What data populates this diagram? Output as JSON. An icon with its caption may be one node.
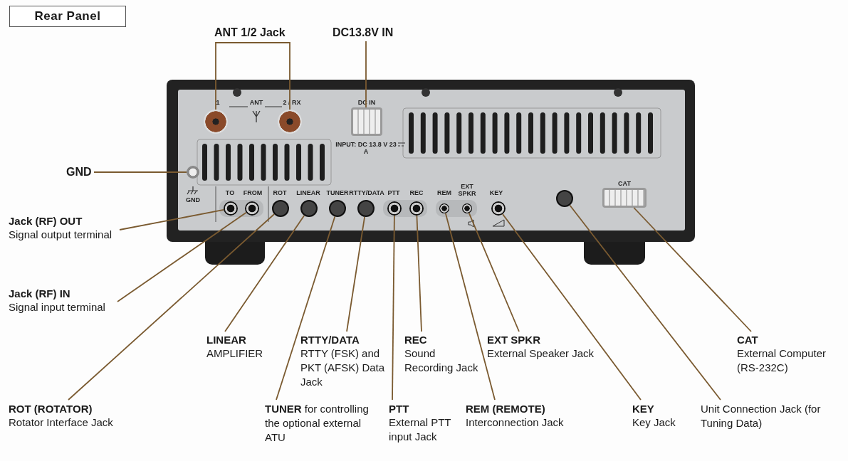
{
  "diagram": {
    "title": "Rear Panel",
    "nodes": [
      {
        "text": [
          "ANT 1/2 Jack"
        ]
      },
      {
        "text": [
          "DC13.8V IN"
        ]
      },
      {
        "text": [
          "GND"
        ]
      },
      {
        "text": [
          "Jack (RF) OUT",
          "Signal output terminal"
        ]
      },
      {
        "text": [
          "Jack (RF) IN",
          "Signal input terminal"
        ]
      },
      {
        "text": [
          "LINEAR",
          "AMPLIFIER"
        ]
      },
      {
        "text": [
          "RTTY/DATA",
          "RTTY (FSK) and PKT (AFSK) Data Jack"
        ]
      },
      {
        "text": [
          "REC",
          "Sound Recording Jack"
        ]
      },
      {
        "text": [
          "EXT SPKR",
          "External Speaker Jack"
        ]
      },
      {
        "text": [
          "CAT",
          "External Computer (RS-232C)"
        ]
      },
      {
        "text": [
          "ROT (ROTATOR)",
          "Rotator Interface Jack"
        ]
      },
      {
        "text": [
          "**TUNER** for controlling the optional external ATU"
        ]
      },
      {
        "text": [
          "PTT",
          "External PTT input Jack"
        ]
      },
      {
        "text": [
          "REM (REMOTE)",
          "Interconnection Jack"
        ]
      },
      {
        "text": [
          "KEY",
          "Key Jack"
        ]
      },
      {
        "text": [
          "Unit Connection Jack (for Tuning Data)"
        ]
      },
      {
        "text": [],
        "shape": "circle"
      },
      {
        "text": [],
        "shape": "circle"
      },
      {
        "text": [],
        "shape": "box"
      },
      {
        "text": [],
        "shape": "circle"
      },
      {
        "text": [],
        "shape": "circle"
      },
      {
        "text": [],
        "shape": "circle"
      },
      {
        "text": [],
        "shape": "circle"
      },
      {
        "text": [],
        "shape": "circle"
      },
      {
        "text": [],
        "shape": "circle"
      },
      {
        "text": [],
        "shape": "circle"
      },
      {
        "text": [],
        "shape": "circle"
      },
      {
        "text": [],
        "shape": "circle"
      },
      {
        "text": [],
        "shape": "circle"
      },
      {
        "text": [],
        "shape": "circle"
      },
      {
        "text": [],
        "shape": "circle"
      },
      {
        "text": [],
        "shape": "circle"
      },
      {
        "text": [],
        "shape": "box"
      }
    ],
    "edges": [
      {
        "from": 0,
        "to": 16,
        "arrow": "none"
      },
      {
        "from": 0,
        "to": 17,
        "arrow": "none"
      },
      {
        "from": 1,
        "to": 18,
        "arrow": "none"
      },
      {
        "from": 2,
        "to": 19,
        "arrow": "none"
      },
      {
        "from": 3,
        "to": 20,
        "arrow": "none"
      },
      {
        "from": 4,
        "to": 21,
        "arrow": "none"
      },
      {
        "from": 10,
        "to": 22,
        "arrow": "none"
      },
      {
        "from": 5,
        "to": 23,
        "arrow": "none"
      },
      {
        "from": 11,
        "to": 24,
        "arrow": "none"
      },
      {
        "from": 6,
        "to": 25,
        "arrow": "none"
      },
      {
        "from": 12,
        "to": 26,
        "arrow": "none"
      },
      {
        "from": 7,
        "to": 27,
        "arrow": "none"
      },
      {
        "from": 13,
        "to": 28,
        "arrow": "none"
      },
      {
        "from": 8,
        "to": 29,
        "arrow": "none"
      },
      {
        "from": 14,
        "to": 30,
        "arrow": "none"
      },
      {
        "from": 15,
        "to": 31,
        "arrow": "none"
      },
      {
        "from": 9,
        "to": 32,
        "arrow": "none"
      }
    ],
    "labels": [
      "1",
      "ANT",
      "2 / RX",
      "DC IN",
      "INPUT: DC 13.8 V 23 A",
      "GND",
      "TO",
      "FROM",
      "ROT",
      "LINEAR",
      "TUNER",
      "RTTY/DATA",
      "PTT",
      "REC",
      "REM",
      "EXT SPKR",
      "KEY",
      "CAT"
    ]
  }
}
